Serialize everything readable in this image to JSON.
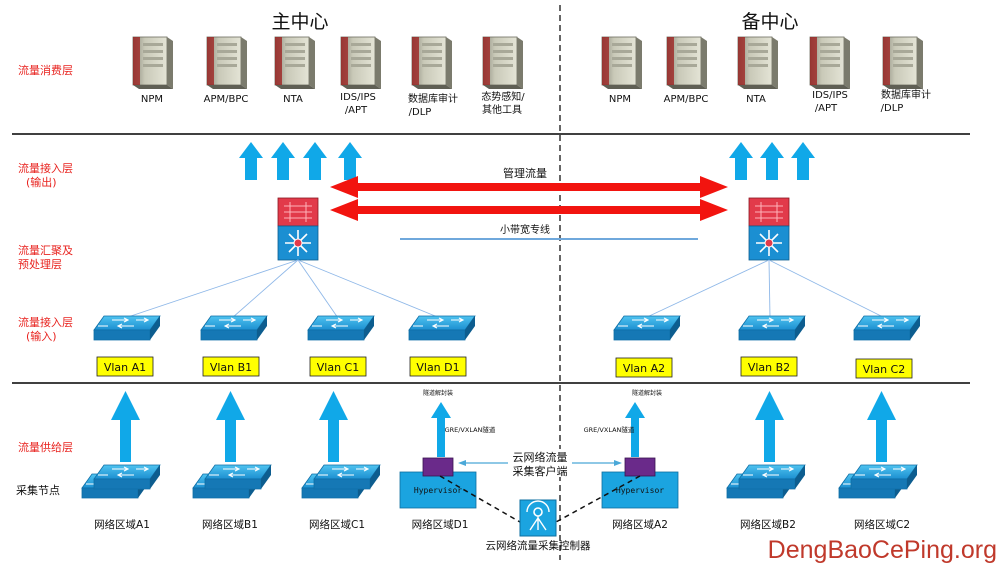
{
  "title_main": "主中心",
  "title_backup": "备中心",
  "layers": {
    "consume": "流量消费层",
    "access_out_1": "流量接入层",
    "access_out_2": "(输出)",
    "agg_1": "流量汇聚及",
    "agg_2": "预处理层",
    "access_in_1": "流量接入层",
    "access_in_2": "(输入)",
    "supply": "流量供给层",
    "collect_node": "采集节点"
  },
  "tools_main": [
    {
      "l1": "NPM",
      "l2": ""
    },
    {
      "l1": "APM/BPC",
      "l2": ""
    },
    {
      "l1": "NTA",
      "l2": ""
    },
    {
      "l1": "IDS/IPS",
      "l2": "/APT"
    },
    {
      "l1": "数据库审计",
      "l2": "/DLP"
    },
    {
      "l1": "态势感知/",
      "l2": "其他工具"
    }
  ],
  "tools_backup": [
    {
      "l1": "NPM",
      "l2": ""
    },
    {
      "l1": "APM/BPC",
      "l2": ""
    },
    {
      "l1": "NTA",
      "l2": ""
    },
    {
      "l1": "IDS/IPS",
      "l2": "/APT"
    },
    {
      "l1": "数据库审计",
      "l2": "/DLP"
    }
  ],
  "links": {
    "mgmt": "管理流量",
    "broadband": "小带宽专线"
  },
  "vlans": [
    "Vlan A1",
    "Vlan B1",
    "Vlan C1",
    "Vlan D1",
    "Vlan A2",
    "Vlan B2",
    "Vlan C2"
  ],
  "tunnel_decap": "隧道解封装",
  "tunnel": "GRE/VXLAN隧道",
  "cloud_client_1": "云网络流量",
  "cloud_client_2": "采集客户端",
  "hypervisor": "Hypervisor",
  "regions": [
    "网络区域A1",
    "网络区域B1",
    "网络区域C1",
    "网络区域D1",
    "网络区域A2",
    "网络区域B2",
    "网络区域C2"
  ],
  "controller": "云网络流量采集控制器",
  "watermark": "DengBaoCePing.org",
  "colors": {
    "layer_label": "#e8231f",
    "arrow_blue": "#10a8e8",
    "red_arrow": "#f2140f",
    "vlan_fill": "#ffff00",
    "hyper_fill": "#1ba4e0",
    "watermark": "#c0392b"
  }
}
